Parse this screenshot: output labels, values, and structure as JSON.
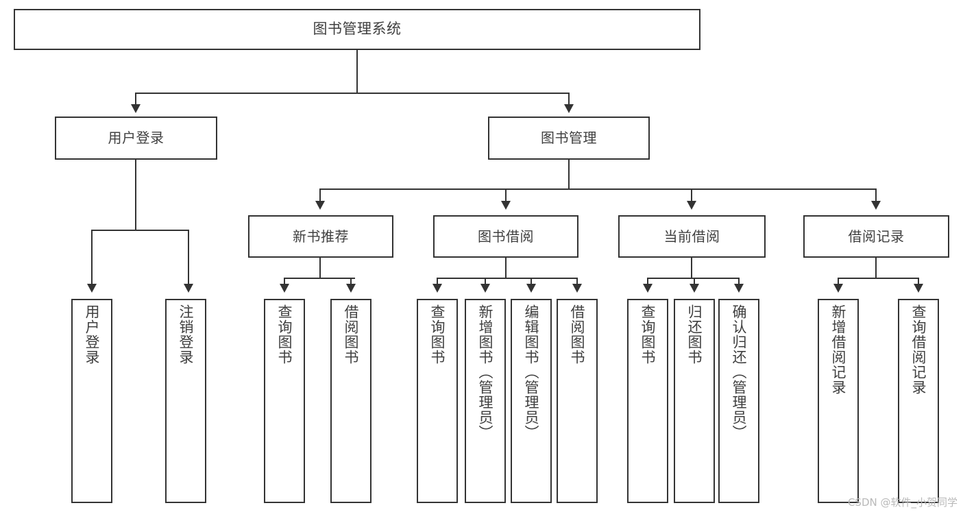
{
  "diagram": {
    "title": "图书管理系统",
    "type": "tree",
    "orientation": "top-down",
    "colors": {
      "box_border": "#333333",
      "box_fill": "#ffffff",
      "text": "#3f3f3f",
      "connector": "#333333",
      "watermark": "#b9b9b9",
      "background": "#ffffff"
    }
  },
  "root": {
    "label": "图书管理系统"
  },
  "level1": [
    {
      "label": "用户登录"
    },
    {
      "label": "图书管理"
    }
  ],
  "user_login_children": [
    {
      "label": "用户登录"
    },
    {
      "label": "注销登录"
    }
  ],
  "level2": [
    {
      "label": "新书推荐"
    },
    {
      "label": "图书借阅"
    },
    {
      "label": "当前借阅"
    },
    {
      "label": "借阅记录"
    }
  ],
  "new_book_children": [
    {
      "label": "查询图书"
    },
    {
      "label": "借阅图书"
    }
  ],
  "borrow_children": [
    {
      "label": "查询图书"
    },
    {
      "label": "新增图书（管理员）"
    },
    {
      "label": "编辑图书（管理员）"
    },
    {
      "label": "借阅图书"
    }
  ],
  "current_borrow_children": [
    {
      "label": "查询图书"
    },
    {
      "label": "归还图书"
    },
    {
      "label": "确认归还（管理员）"
    }
  ],
  "record_children": [
    {
      "label": "新增借阅记录"
    },
    {
      "label": "查询借阅记录"
    }
  ],
  "watermark": {
    "text": "CSDN @软件_小贺同学"
  }
}
